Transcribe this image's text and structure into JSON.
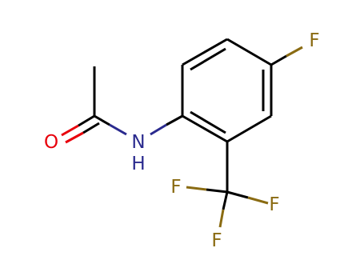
{
  "molecule": {
    "atoms": {
      "oxygen": "O",
      "nitrogen": "N",
      "hydrogen": "H",
      "fluorine_ring": "F",
      "fluorine_cf3_left": "F",
      "fluorine_cf3_right": "F",
      "fluorine_cf3_bottom": "F"
    },
    "colors": {
      "bond": "#000000",
      "oxygen": "#e8000b",
      "nitrogen": "#2a2a8e",
      "fluorine": "#8a6b12"
    }
  }
}
